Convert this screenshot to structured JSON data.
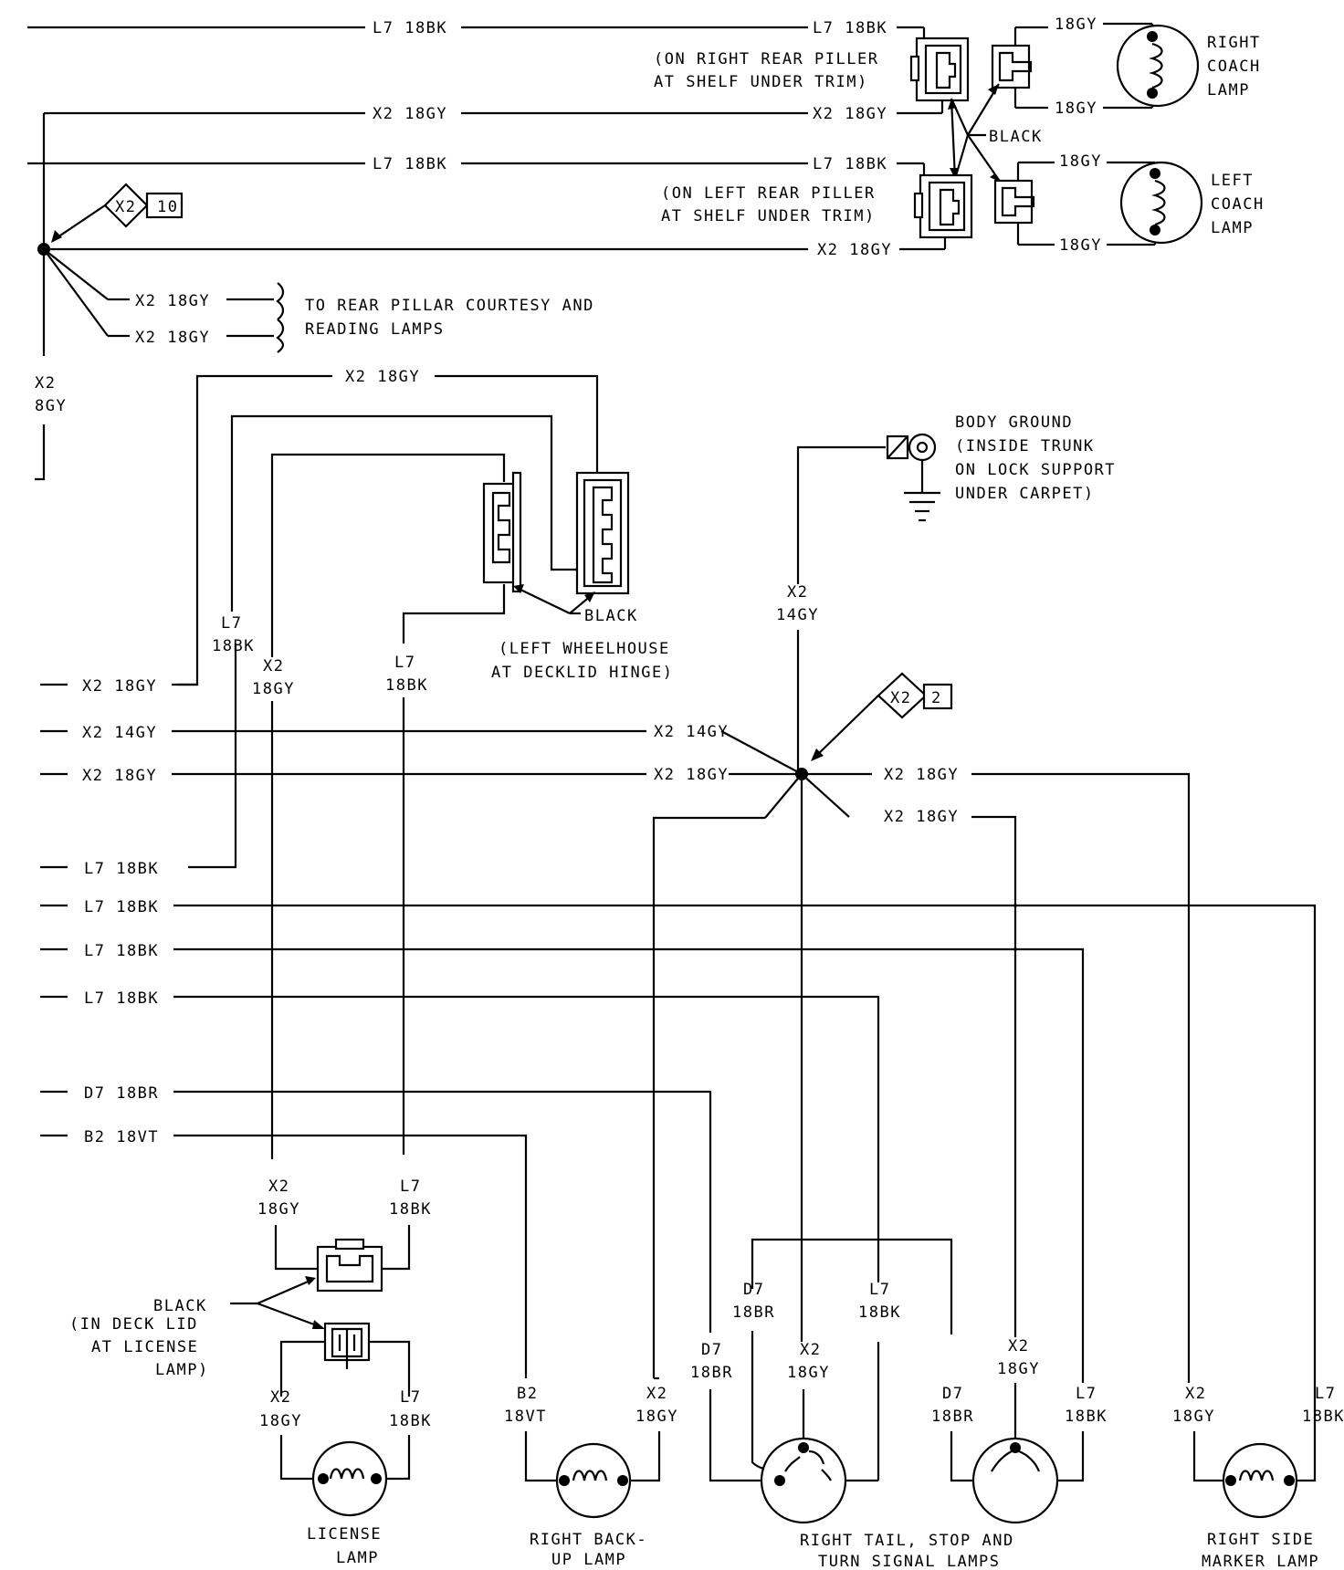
{
  "top_wires": [
    {
      "id": "l7-top",
      "left": "L7 18BK",
      "right": "L7 18BK"
    },
    {
      "id": "x2-right",
      "left": "X2 18GY",
      "right": "X2 18GY"
    },
    {
      "id": "l7-left",
      "left": "L7 18BK",
      "right": "L7 18BK"
    },
    {
      "id": "x2-left",
      "right": "X2 18GY"
    }
  ],
  "right_rear_pillar": {
    "line1": "(ON RIGHT REAR PILLER",
    "line2": "AT SHELF UNDER TRIM)"
  },
  "left_rear_pillar": {
    "line1": "(ON LEFT REAR PILLER",
    "line2": "AT SHELF UNDER TRIM)"
  },
  "coach_black_label": "BLACK",
  "right_coach_lamp": {
    "label": [
      "RIGHT",
      "COACH",
      "LAMP"
    ],
    "wire_top": "18GY",
    "wire_bottom": "18GY"
  },
  "left_coach_lamp": {
    "label": [
      "LEFT",
      "COACH",
      "LAMP"
    ],
    "wire_top": "18GY",
    "wire_bottom": "18GY"
  },
  "splice_top": {
    "circuit": "X2",
    "number": "10"
  },
  "splice_bottom": {
    "circuit": "X2",
    "number": "2"
  },
  "courtesy_wires": [
    "X2 18GY",
    "X2 18GY"
  ],
  "courtesy_note": {
    "line1": "TO REAR PILLAR COURTESY AND",
    "line2": "READING LAMPS"
  },
  "left_vertical": {
    "line1": "X2",
    "line2": "8GY"
  },
  "deck_upper_wire": "X2 18GY",
  "deck_left_labels": {
    "l7": [
      "L7",
      "18BK"
    ],
    "x2": [
      "X2",
      "18GY"
    ],
    "l7b": [
      "L7",
      "18BK"
    ]
  },
  "wheelhouse": {
    "black": "BLACK",
    "line1": "(LEFT WHEELHOUSE",
    "line2": "AT DECKLID HINGE)"
  },
  "body_ground": {
    "line1": "BODY GROUND",
    "line2": "(INSIDE TRUNK",
    "line3": "ON LOCK SUPPORT",
    "line4": "UNDER CARPET)"
  },
  "ground_wire": [
    "X2",
    "14GY"
  ],
  "left_entries": [
    "X2 18GY",
    "X2 14GY",
    "X2 18GY",
    "L7 18BK",
    "L7 18BK",
    "L7 18BK",
    "L7 18BK",
    "D7 18BR",
    "B2 18VT"
  ],
  "splice_wires": {
    "in_14": "X2 14GY",
    "in_18": "X2 18GY",
    "out_top": "X2 18GY",
    "out_bottom": "X2 18GY"
  },
  "license_connector": {
    "top_labels": [
      [
        "X2",
        "18GY"
      ],
      [
        "L7",
        "18BK"
      ]
    ],
    "black_note": [
      "BLACK",
      "(IN DECK LID",
      "AT LICENSE",
      "LAMP)"
    ],
    "bottom_labels": [
      [
        "X2",
        "18GY"
      ],
      [
        "L7",
        "18BK"
      ]
    ]
  },
  "lamp_wire_labels": {
    "backup_b2": [
      "B2",
      "18VT"
    ],
    "backup_x2": [
      "X2",
      "18GY"
    ],
    "tail_d7_upper": [
      "D7",
      "18BR"
    ],
    "tail_l7_upper": [
      "L7",
      "18BK"
    ],
    "tail_d7": [
      "D7",
      "18BR"
    ],
    "tail_x2": [
      "X2",
      "18GY"
    ],
    "turn_x2": [
      "X2",
      "18GY"
    ],
    "turn_d7": [
      "D7",
      "18BR"
    ],
    "turn_l7": [
      "L7",
      "18BK"
    ],
    "marker_x2": [
      "X2",
      "18GY"
    ],
    "marker_l7": [
      "L7",
      "18BK"
    ]
  },
  "lamp_labels": {
    "license": [
      "LICENSE",
      "LAMP"
    ],
    "backup": [
      "RIGHT BACK-",
      "UP LAMP"
    ],
    "tail": [
      "RIGHT TAIL, STOP AND",
      "TURN SIGNAL LAMPS"
    ],
    "marker": [
      "RIGHT SIDE",
      "MARKER LAMP"
    ]
  }
}
